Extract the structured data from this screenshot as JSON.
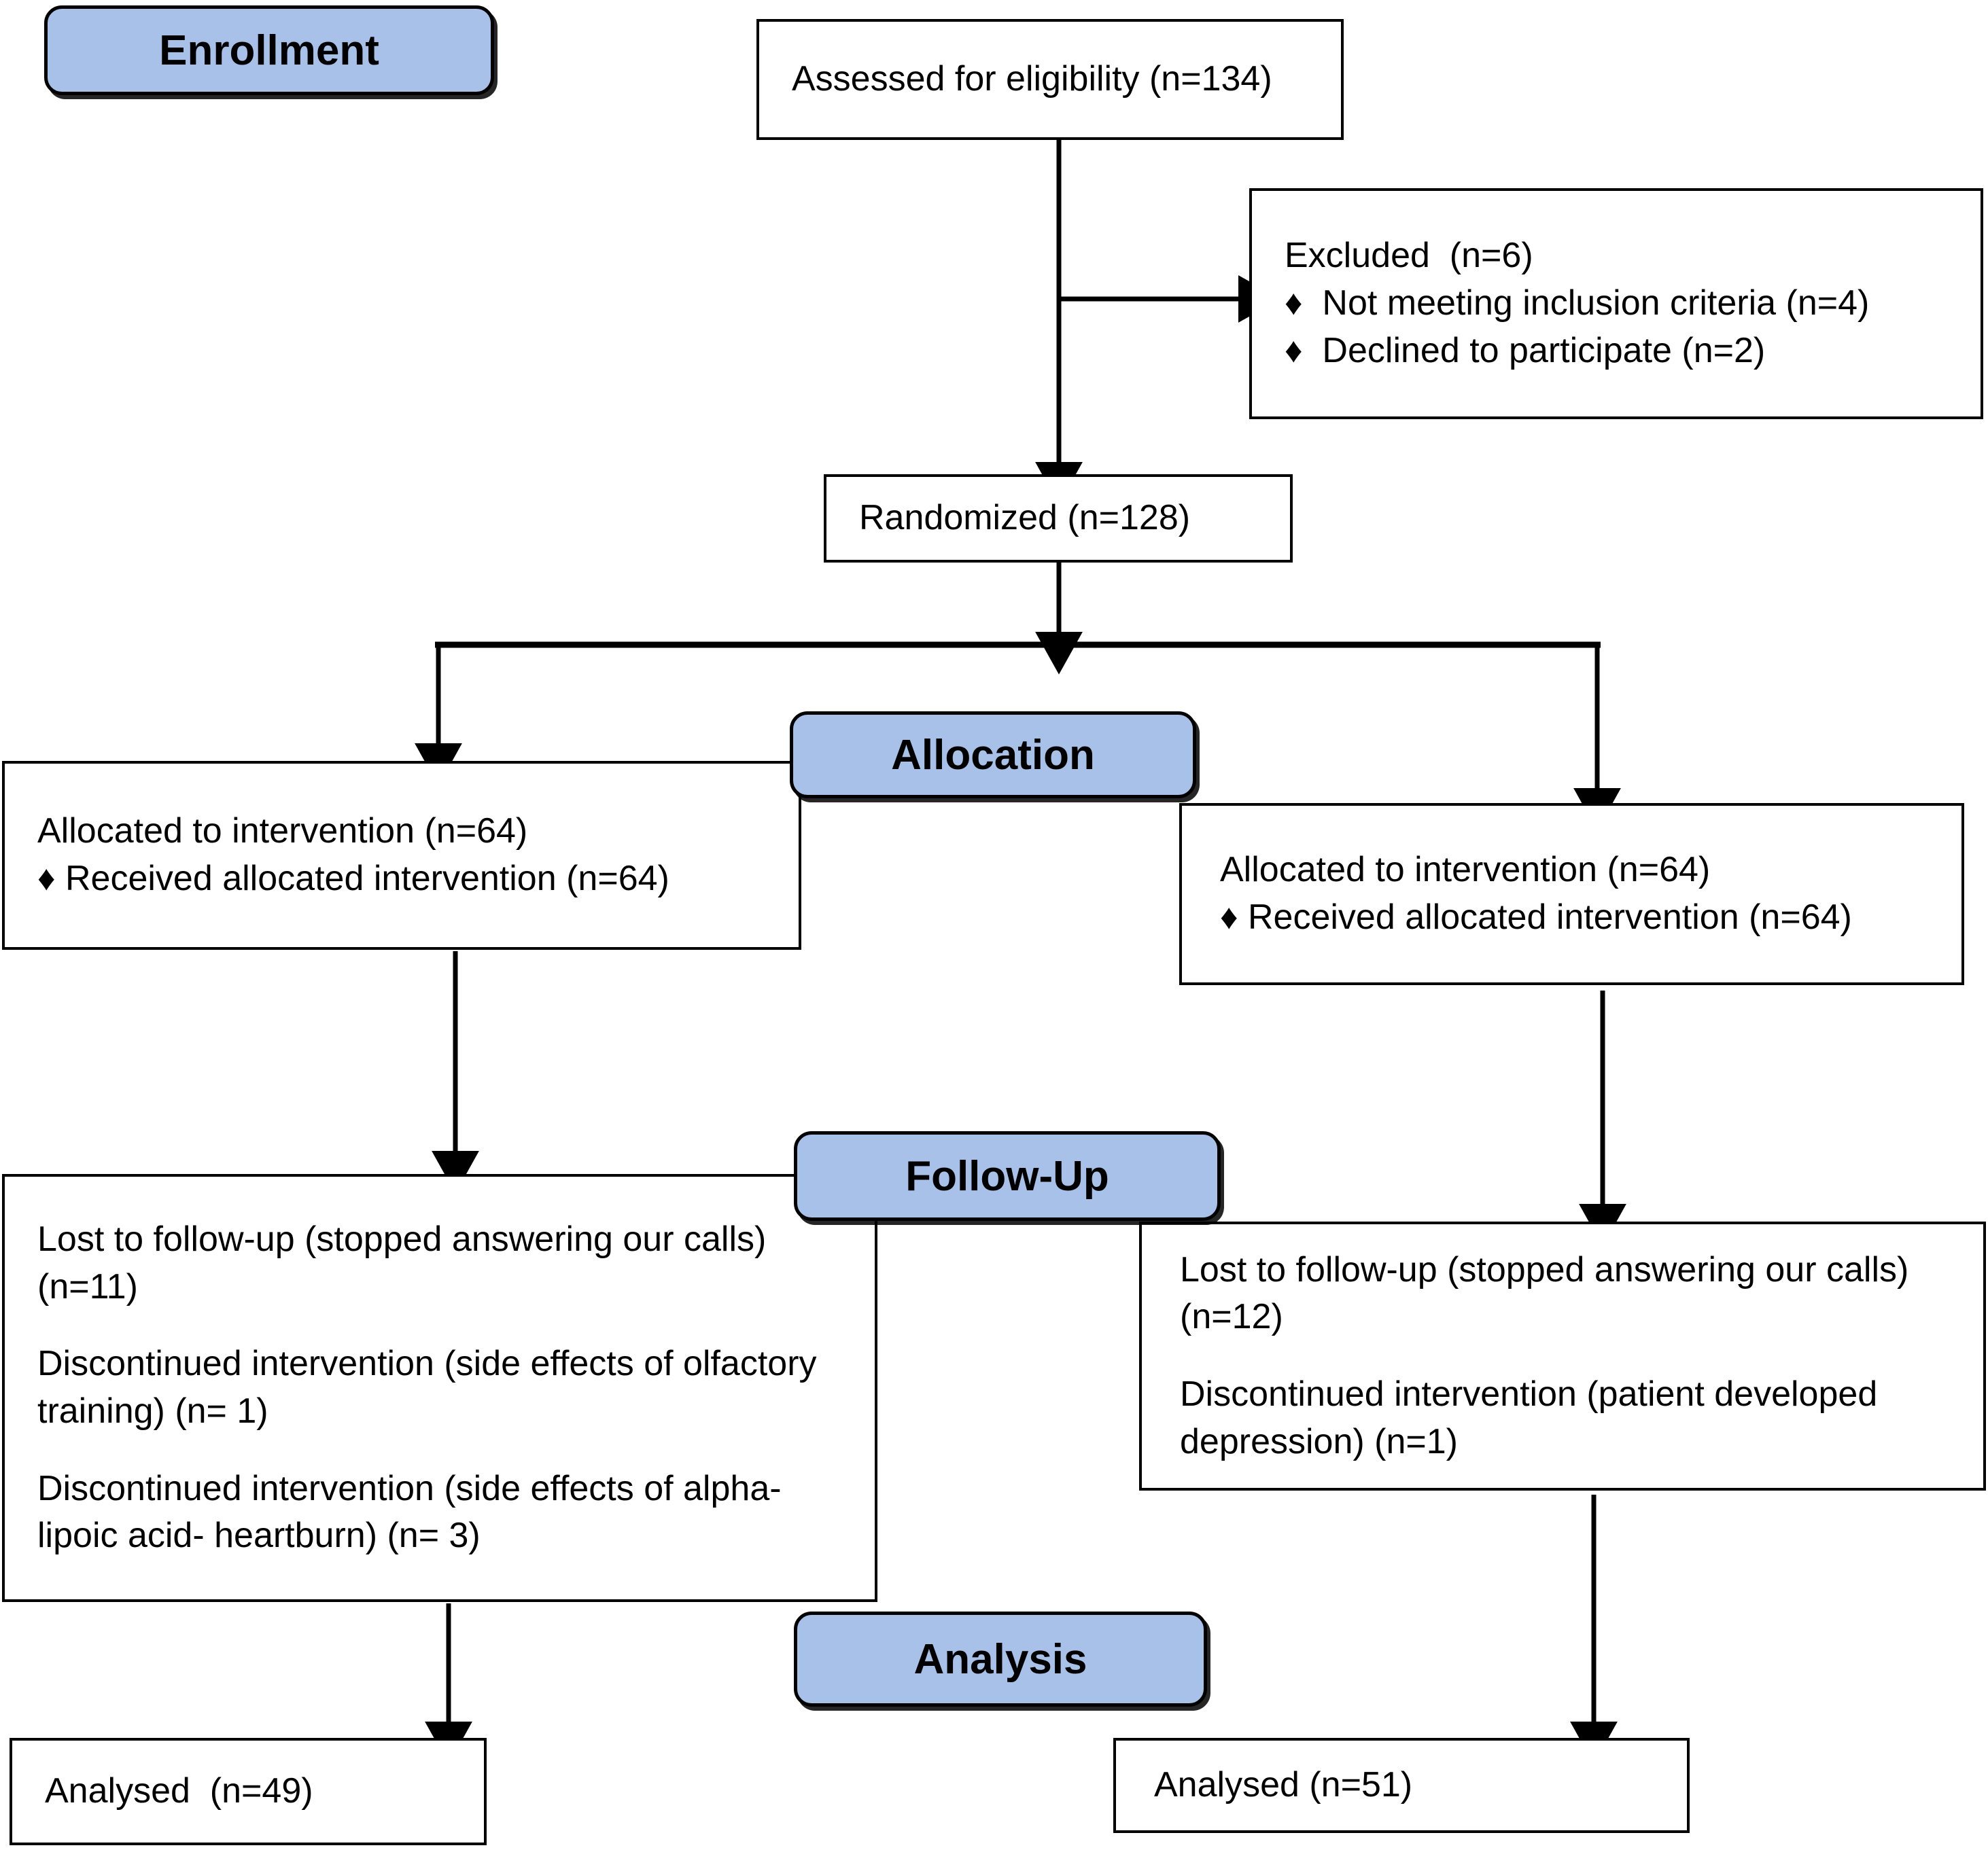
{
  "diagram": {
    "title": "CONSORT participant flow diagram",
    "accent_color": "#a8c1e8",
    "line_color": "#000000",
    "background_color": "#ffffff"
  },
  "stage_labels": {
    "enrollment": "Enrollment",
    "allocation": "Allocation",
    "followup": "Follow-Up",
    "analysis": "Analysis"
  },
  "enrollment": {
    "assessed": "Assessed for eligibility (n=134)",
    "excluded_heading": "Excluded  (n=6)",
    "excluded_items": [
      "♦  Not meeting inclusion criteria (n=4)",
      "♦  Declined to participate (n=2)"
    ],
    "randomized": "Randomized (n=128)"
  },
  "allocation": {
    "left": {
      "heading": "Allocated to intervention (n=64)",
      "items": [
        "♦ Received allocated intervention (n=64)"
      ]
    },
    "right": {
      "heading": "Allocated to intervention (n=64)",
      "items": [
        "♦ Received allocated intervention (n=64)"
      ]
    }
  },
  "followup": {
    "left": {
      "lines": [
        "Lost to follow-up (stopped answering our calls)",
        "(n=11)",
        "Discontinued intervention (side effects of olfactory",
        "training) (n= 1)",
        "Discontinued intervention (side effects of alpha-",
        "lipoic acid- heartburn) (n= 3)"
      ]
    },
    "right": {
      "lines": [
        "Lost to follow-up (stopped answering our calls)",
        "(n=12)",
        "Discontinued intervention (patient developed",
        "depression) (n=1)"
      ]
    }
  },
  "analysis": {
    "left": "Analysed  (n=49)",
    "right": "Analysed (n=51)"
  }
}
